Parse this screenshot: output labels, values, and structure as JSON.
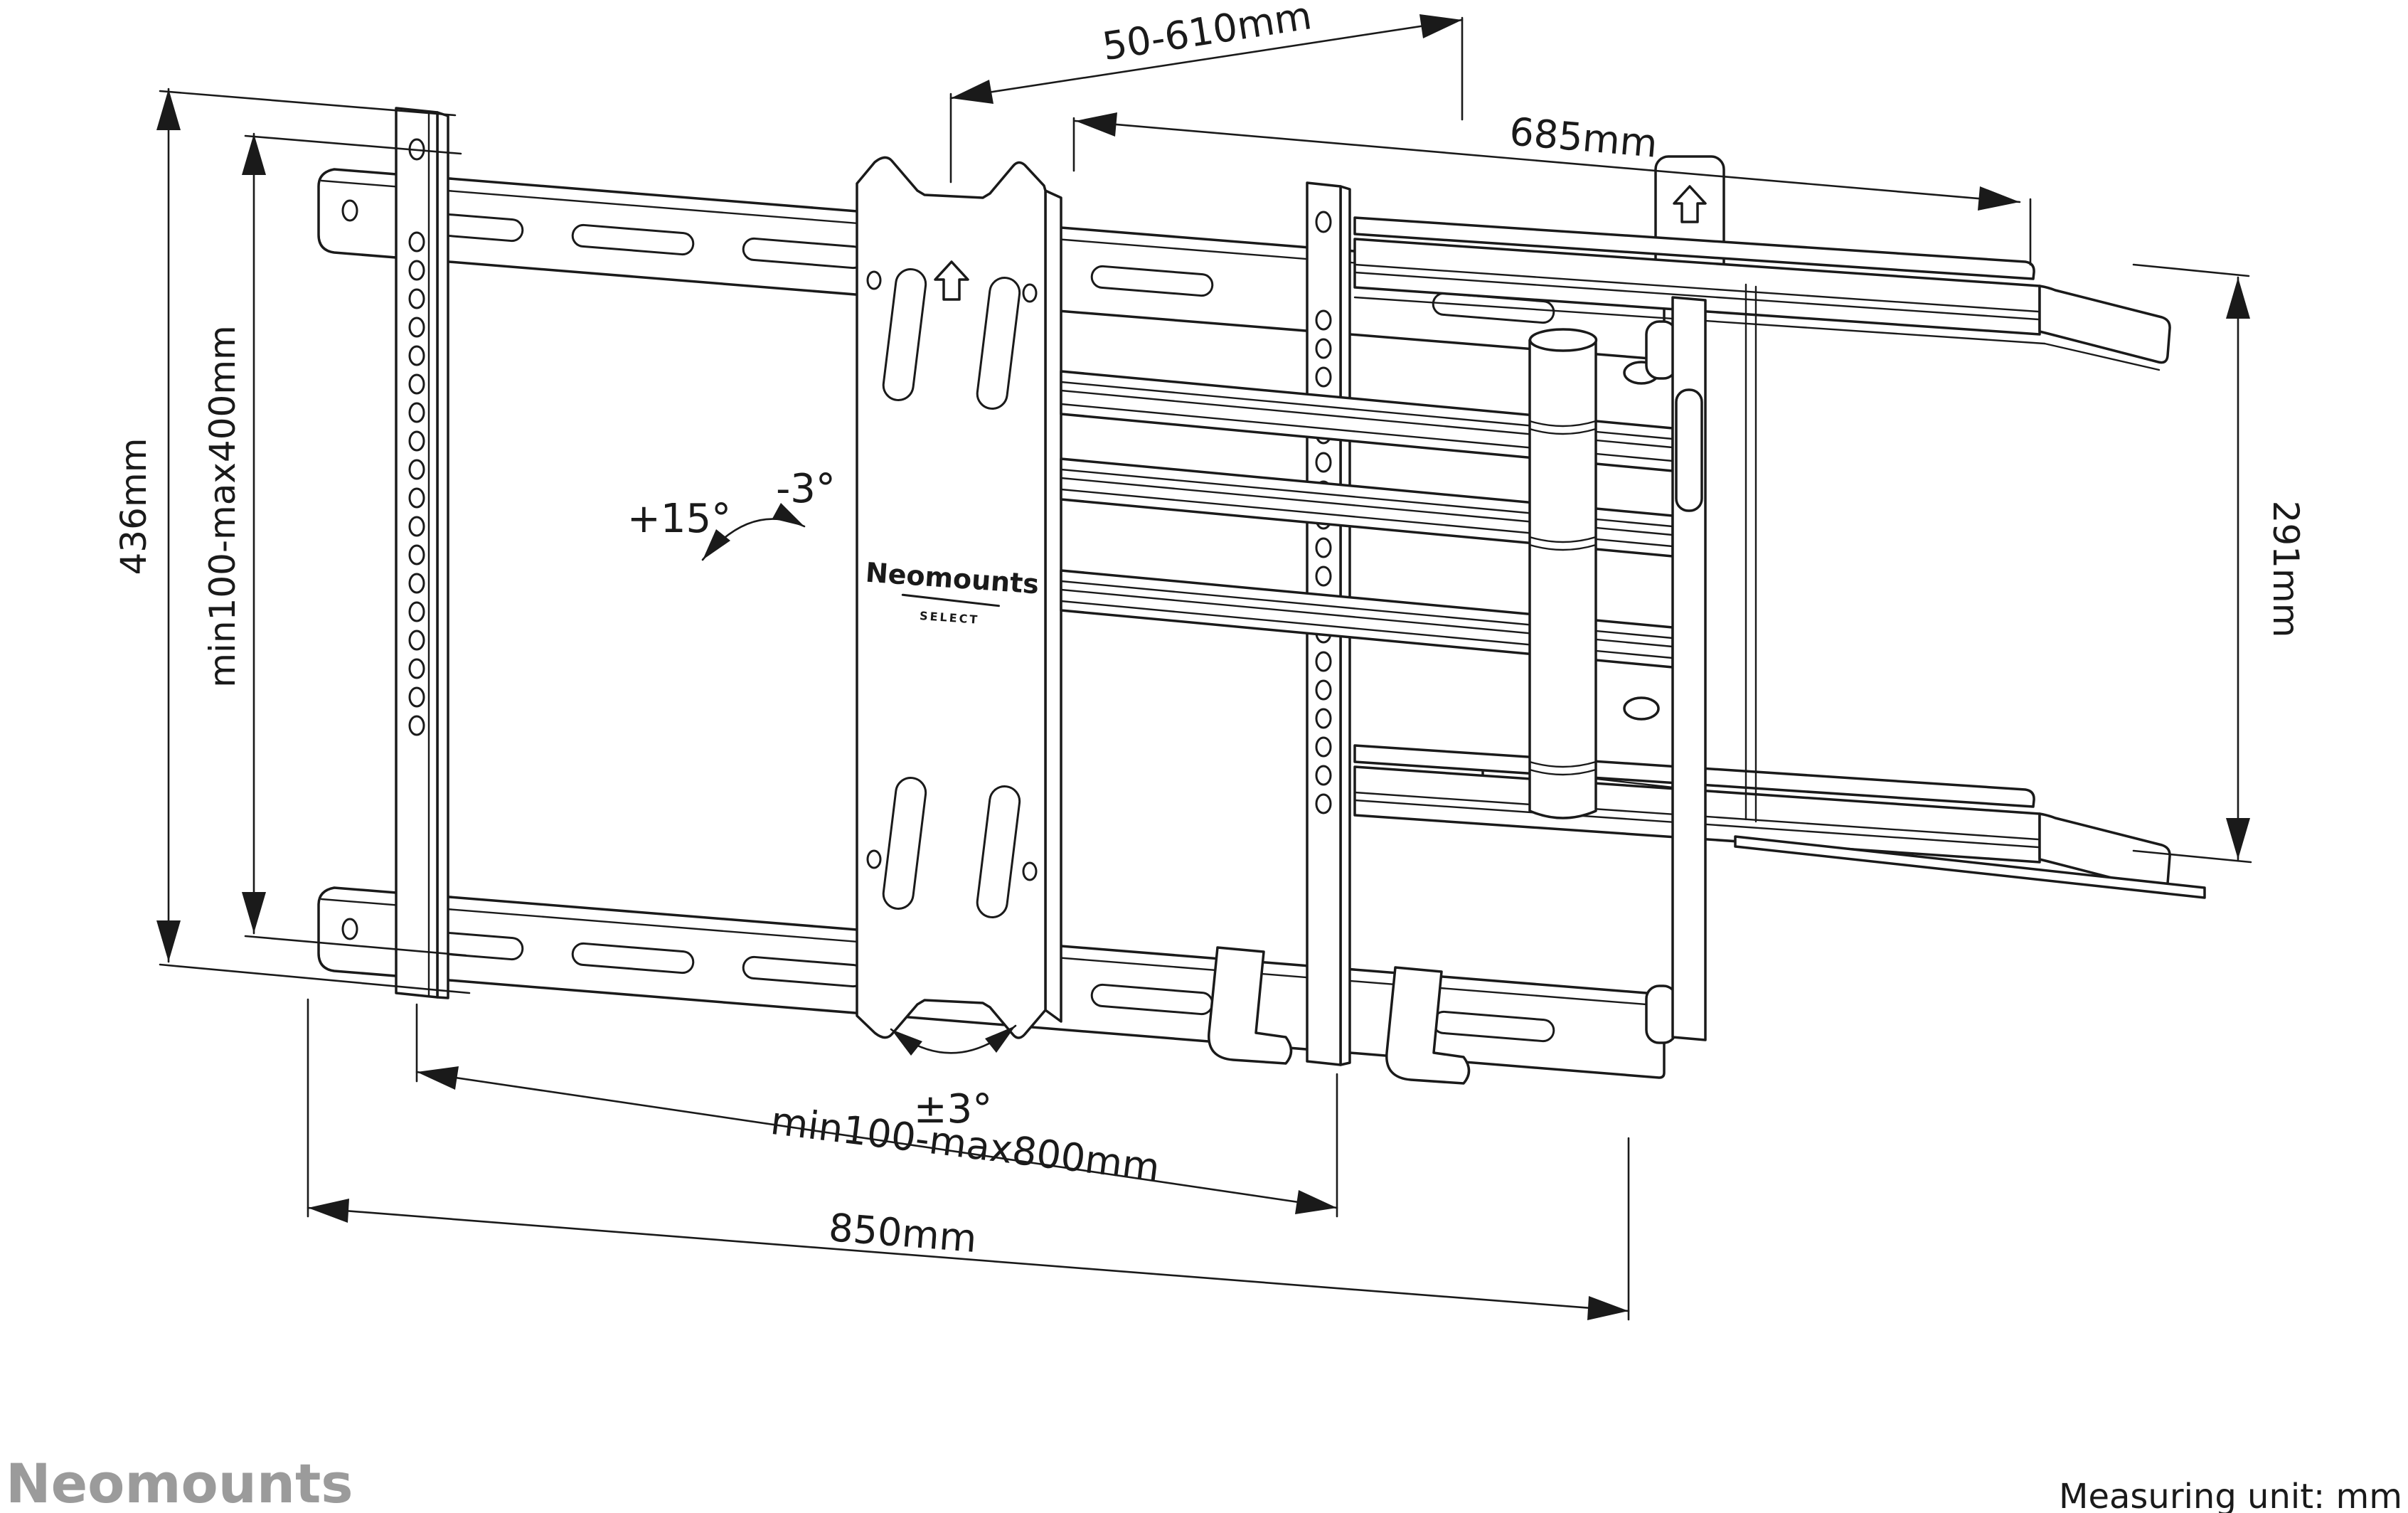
{
  "title": "Neomounts Select TV wall mount dimensional drawing",
  "dimensions": {
    "depth_range": "50-610mm",
    "tv_rail_width": "685mm",
    "wall_plate_height": "436mm",
    "vesa_height": "min100-max400mm",
    "bracket_height": "291mm",
    "vesa_width": "min100-max800mm",
    "wall_plate_width": "850mm",
    "tilt_up": "+15°",
    "tilt_down": "-3°",
    "swivel_level": "±3°"
  },
  "branding": {
    "plate_logo": "Neomounts",
    "plate_logo_sub": "SELECT",
    "footer_logo": "Neomounts"
  },
  "footer": {
    "measuring_unit": "Measuring unit: mm"
  },
  "colors": {
    "line": "#1a1a1a",
    "background": "#ffffff",
    "footer_logo_gray": "#9b9b9b"
  }
}
